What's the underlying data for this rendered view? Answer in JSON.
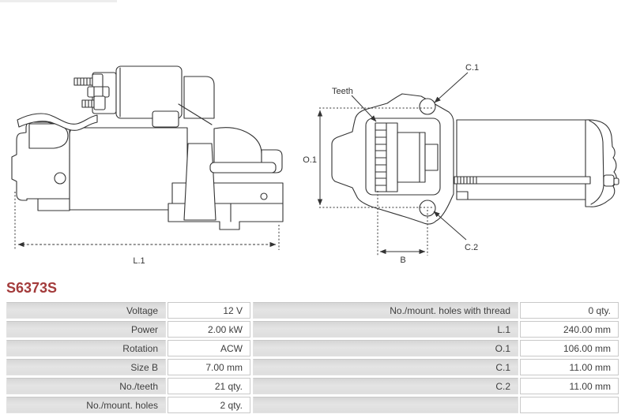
{
  "part_number": "S6373S",
  "diagram_labels": {
    "l1": "L.1",
    "o1": "O.1",
    "teeth": "Teeth",
    "c1": "C.1",
    "c2": "C.2",
    "b": "B"
  },
  "spec_table_left": {
    "rows": [
      {
        "label": "Voltage",
        "value": "12 V"
      },
      {
        "label": "Power",
        "value": "2.00 kW"
      },
      {
        "label": "Rotation",
        "value": "ACW"
      },
      {
        "label": "Size B",
        "value": "7.00 mm"
      },
      {
        "label": "No./teeth",
        "value": "21 qty."
      },
      {
        "label": "No./mount. holes",
        "value": "2 qty."
      }
    ]
  },
  "spec_table_right": {
    "rows": [
      {
        "label": "No./mount. holes with thread",
        "value": "0 qty."
      },
      {
        "label": "L.1",
        "value": "240.00 mm"
      },
      {
        "label": "O.1",
        "value": "106.00 mm"
      },
      {
        "label": "C.1",
        "value": "11.00 mm"
      },
      {
        "label": "C.2",
        "value": "11.00 mm"
      },
      {
        "label": "",
        "value": ""
      }
    ]
  },
  "colors": {
    "part_number": "#a33b3b",
    "row_label_bg": "#dedede",
    "cell_border": "#c9c9c9",
    "diagram_line": "#333333"
  }
}
